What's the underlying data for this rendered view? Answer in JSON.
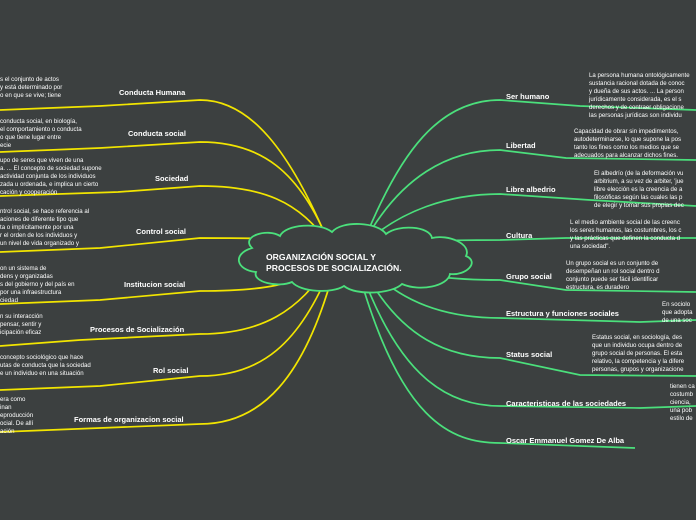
{
  "center": {
    "line1": "ORGANIZACIÓN SOCIAL Y",
    "line2": "PROCESOS DE SOCIALIZACIÓN."
  },
  "left": [
    {
      "label": "Conducta Humana",
      "lines": [
        "s el conjunto de actos",
        "y está determinado por",
        "o en que se vive; tiene"
      ]
    },
    {
      "label": "Conducta social",
      "lines": [
        "conducta social, en biología,",
        "el comportamiento o conducta",
        "o que tiene lugar entre",
        "ecie"
      ]
    },
    {
      "label": "Sociedad",
      "lines": [
        "upo de seres que viven de una",
        "a. ... El concepto de sociedad supone",
        "actividad conjunta de los individuos",
        "zada u ordenada, e implica un cierto",
        "cación y cooperación"
      ]
    },
    {
      "label": "Control social",
      "lines": [
        "ntrol social, se hace referencia al",
        "aciones de diferente tipo que",
        "ta o implícitamente por una",
        "r el orden de los individuos y",
        "un nivel de vida organizado y"
      ]
    },
    {
      "label": "Institucion social",
      "lines": [
        "on un sistema de",
        "dens y organizadas",
        "s del gobierno y del país en",
        "por una infraestructura",
        "ciedad"
      ]
    },
    {
      "label": "Procesos de Socialización",
      "lines": [
        "n su interacción",
        "pensar, sentir y",
        "icipación eficaz"
      ]
    },
    {
      "label": "Rol social",
      "lines": [
        "concepto sociológico que hace",
        "utas de conducta que la sociedad",
        "e un individuo en una situación"
      ]
    },
    {
      "label": "Formas de organizacion social",
      "lines": [
        "era como",
        "inan",
        "eproducción",
        "ocial. De allí",
        "ación"
      ]
    }
  ],
  "right": [
    {
      "label": "Ser humano",
      "lines": [
        "La persona humana ontológicamente",
        "sustancia racional dotada de conoc",
        "y dueña de sus actos. ... La person",
        "jurídicamente considerada, es el s",
        "derechos y de contraer obligacione",
        "las personas jurídicas son individu"
      ]
    },
    {
      "label": "Libertad",
      "lines": [
        "Capacidad de obrar sin impedimentos,",
        "autodeterminarse, lo que supone la pos",
        "tanto los fines como los medios que se",
        "adecuados para alcanzar dichos fines."
      ]
    },
    {
      "label": "Libre albedrio",
      "lines": [
        "El albedrío (de la deformación vu",
        "arbitrium, a su vez de arbiter, 'jue",
        "libre elección es la creencia de a",
        "filosóficas según las cuales las p",
        "de elegir y tomar sus propias dec"
      ]
    },
    {
      "label": "Cultura",
      "lines": [
        "L el medio ambiente social de las creenc",
        "los seres humanos, las costumbres, los c",
        "y las prácticas que definen la conducta d",
        "una sociedad\"."
      ]
    },
    {
      "label": "Grupo social",
      "lines": [
        "Un grupo social es un conjunto de",
        "desempeñan un rol social dentro d",
        "conjunto puede ser fácil identificar",
        "estructura, es duradero"
      ]
    },
    {
      "label": "Estructura y funciones sociales",
      "lines": [
        "En sociolo",
        "que adopta",
        "de una soc"
      ]
    },
    {
      "label": "Status social",
      "lines": [
        "Estatus social, en sociología, des",
        "que un individuo ocupa dentro de",
        "grupo social de personas. El esta",
        "relativo, la competencia y la difere",
        "personas, grupos y organizacione"
      ]
    },
    {
      "label": "Caracteristicas de las sociedades",
      "lines": [
        "tienen ca",
        "costumb",
        "ciencia,",
        "una pob",
        "estilo de"
      ]
    },
    {
      "label": "Oscar Emmanuel Gomez De Alba",
      "lines": []
    }
  ]
}
